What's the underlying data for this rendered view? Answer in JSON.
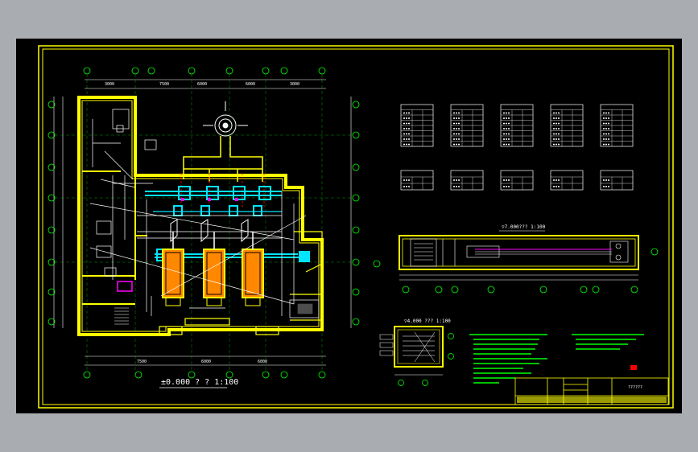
{
  "drawing": {
    "main_plan_caption": "±0.000 ?  ?  1:100",
    "section_caption": "▽7.000??? 1:100",
    "detail_caption": "▽4.000 ??? 1:100",
    "title_block_text": "??????",
    "colors": {
      "background": "#000000",
      "frame": "#ffff00",
      "wall": "#ffff00",
      "pipe_cyan": "#00e5ff",
      "pipe_white": "#ffffff",
      "pipe_magenta": "#ff00ff",
      "grid_green": "#00ff00",
      "dim_line": "#00ff00",
      "red_marker": "#ff0000",
      "viewport_border": "#a9adb2"
    },
    "table_count": 10
  }
}
